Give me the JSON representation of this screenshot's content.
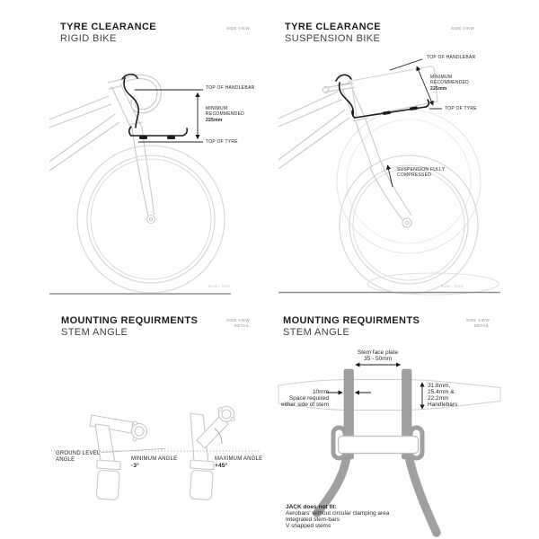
{
  "palette": {
    "ink": "#1d1d1b",
    "line_light": "#c9c9c9",
    "line_ghost": "#e3e3e3",
    "ground": "#8f8f8f",
    "rack_gray": "#a0a0a0",
    "background": "#ffffff"
  },
  "panels": {
    "rigid": {
      "title": "TYRE CLEARANCE",
      "subtitle": "RIGID BIKE",
      "view_label": "SIDE VIEW",
      "labels": {
        "top_of_handlebar": "TOP OF HANDLEBAR",
        "minimum_line1": "MINIMUM",
        "minimum_line2": "RECOMMENDED",
        "minimum_value": "225mm",
        "top_of_tyre": "TOP OF TYRE",
        "ground_label": "ROAD / TRAIL"
      }
    },
    "suspension": {
      "title": "TYRE CLEARANCE",
      "subtitle": "SUSPENSION BIKE",
      "view_label": "SIDE VIEW",
      "labels": {
        "top_of_handlebar": "TOP OF HANDLEBAR",
        "minimum_line1": "MINIMUM",
        "minimum_line2": "RECOMMENDED",
        "minimum_value": "225mm",
        "top_of_tyre": "TOP OF TYRE",
        "suspension_line1": "SUSPENSION FULLY",
        "suspension_line2": "COMPRESSED",
        "ground_label": "ROAD / TRAIL"
      }
    },
    "stem_angle": {
      "title": "MOUNTING REQUIRMENTS",
      "subtitle": "STEM ANGLE",
      "view_label_line1": "SIDE VIEW",
      "view_label_line2": "DETAIL",
      "labels": {
        "ground_line1": "GROUND LEVEL",
        "ground_line2": "ANGLE",
        "min_label": "MINIMUM ANGLE",
        "min_value": "-3°",
        "max_label": "MAXIMUM ANGLE",
        "max_value": "+45°"
      }
    },
    "stem_detail": {
      "title": "MOUNTING REQUIRMENTS",
      "subtitle": "STEM ANGLE",
      "view_label_line1": "SIDE VIEW",
      "view_label_line2": "DETAIL",
      "labels": {
        "face_plate_line1": "Stem face plate",
        "face_plate_line2": "35 - 50mm",
        "space_value": "10mm",
        "space_line1": "Space required",
        "space_line2": "either side of stem",
        "bars_line1": "31.8mm,",
        "bars_line2": "25.4mm &",
        "bars_line3": "22.2mm",
        "bars_line4": "Handlebars",
        "notfit_title": "JACK does not fit:",
        "notfit_item1": "Aerobars' without circular clamping area",
        "notfit_item2": "Integrated stem-bars",
        "notfit_item3": "V shapped stems"
      }
    }
  }
}
